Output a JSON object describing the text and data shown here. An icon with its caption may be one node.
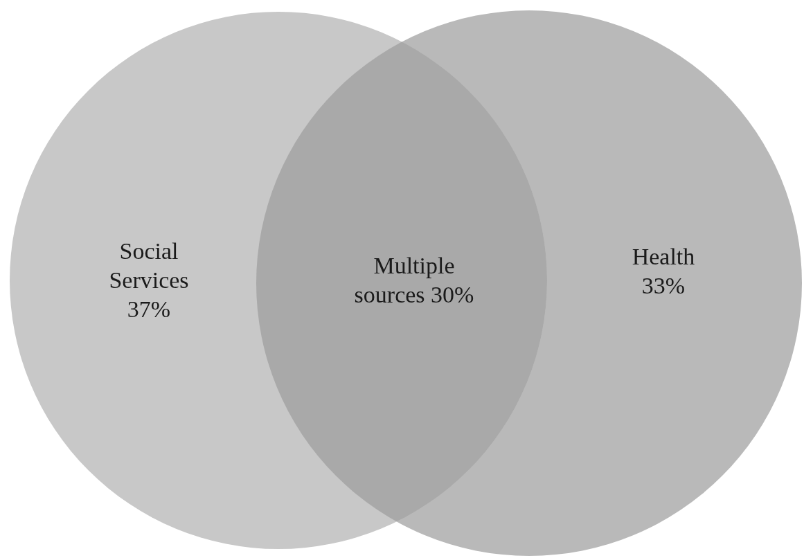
{
  "diagram": {
    "nodes": [
      {
        "text": [
          "Social Services 37%"
        ]
      },
      {
        "text": [
          "Multiple sources 30%"
        ]
      },
      {
        "text": [
          "Health 33%"
        ]
      }
    ],
    "edges": []
  }
}
